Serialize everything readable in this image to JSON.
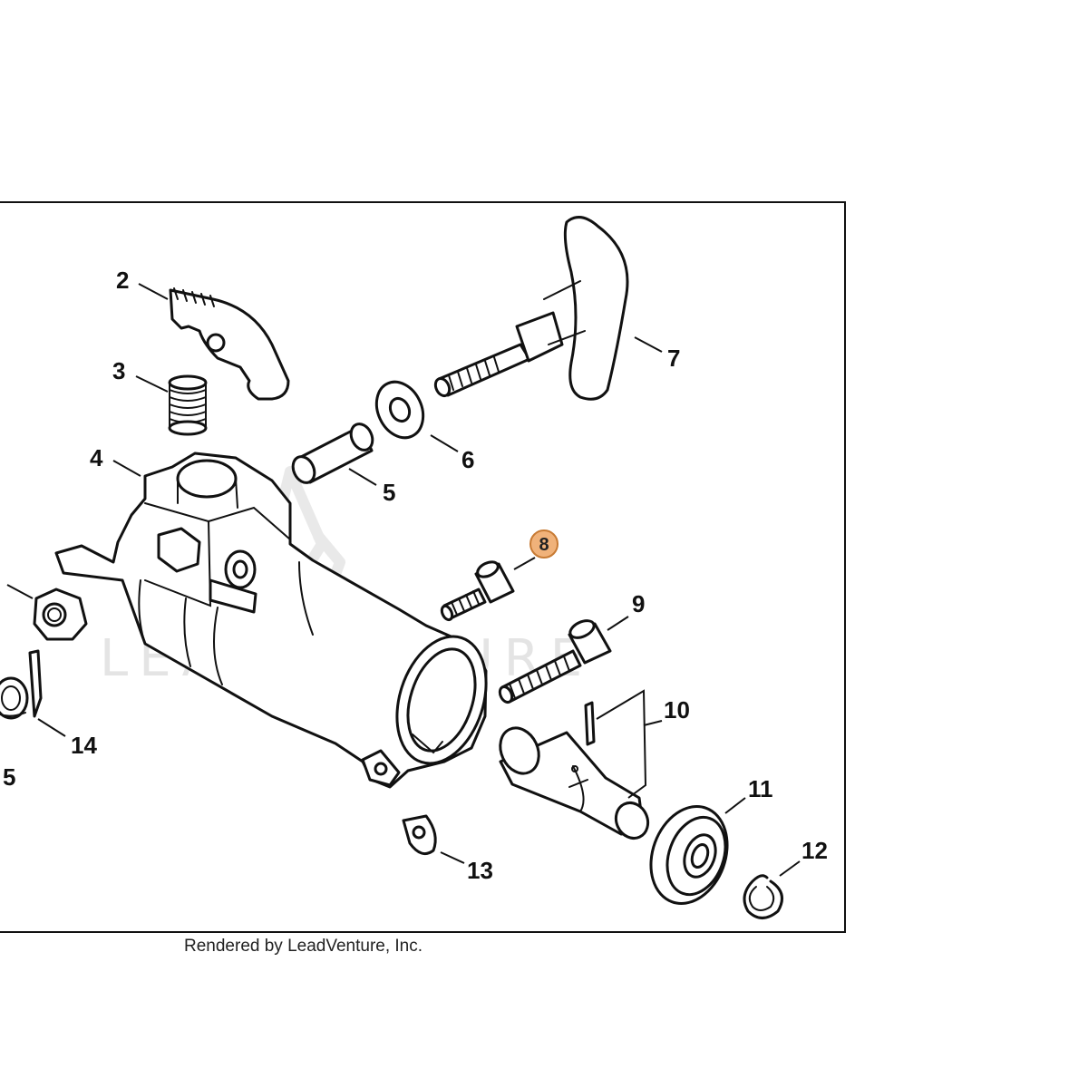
{
  "diagram": {
    "credit": "Rendered by LeadVenture, Inc.",
    "watermark": "LEADVENTURE",
    "highlight_color": "#f0b27a",
    "highlighted_part": "8",
    "callouts": [
      "2",
      "3",
      "4",
      "5",
      "6",
      "7",
      "8",
      "9",
      "10",
      "11",
      "12",
      "13",
      "14",
      "5"
    ]
  }
}
